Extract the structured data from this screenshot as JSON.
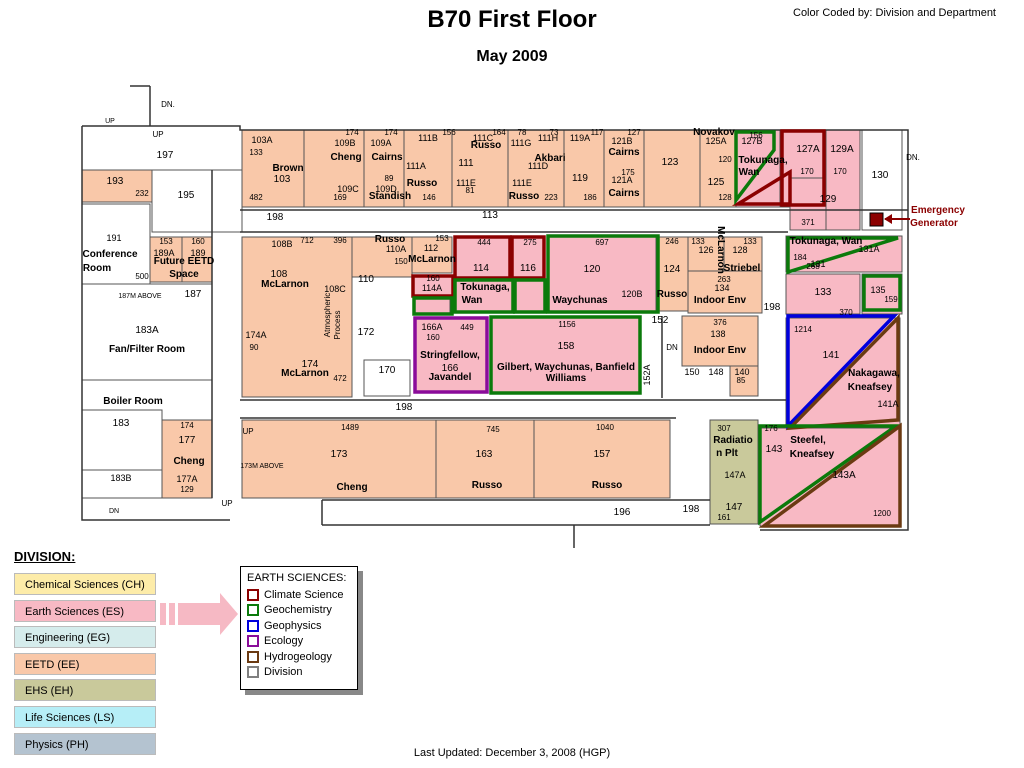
{
  "header": {
    "title": "B70 First Floor",
    "subtitle": "May 2009",
    "color_coded": "Color Coded by:   Division and Department"
  },
  "colors": {
    "ES": "#f8b9c4",
    "EETD": "#f9c8a9",
    "EHS": "#c9c99b",
    "CH": "#fdeca9",
    "EG": "#d5ecec",
    "LS": "#b6eef7",
    "PH": "#b4c3d0",
    "climate": "#8b0000",
    "geochem": "#0b7a0b",
    "geophys": "#0000dd",
    "ecology": "#8a0c9a",
    "hydro": "#6b3a12",
    "division": "#808080"
  },
  "plan_labels": [
    {
      "id": "r103a",
      "text": "103A"
    },
    {
      "id": "r133",
      "text": "133"
    },
    {
      "id": "r103",
      "text": "103"
    },
    {
      "id": "brown",
      "text": "Brown"
    },
    {
      "id": "r482",
      "text": "482"
    },
    {
      "id": "r174a",
      "text": "174"
    },
    {
      "id": "r109b",
      "text": "109B"
    },
    {
      "id": "cheng1",
      "text": "Cheng"
    },
    {
      "id": "r109c",
      "text": "109C"
    },
    {
      "id": "r169",
      "text": "169"
    },
    {
      "id": "r174b",
      "text": "174"
    },
    {
      "id": "r109a",
      "text": "109A"
    },
    {
      "id": "cairns1",
      "text": "Cairns"
    },
    {
      "id": "r89",
      "text": "89"
    },
    {
      "id": "r109d",
      "text": "109D"
    },
    {
      "id": "standish",
      "text": "Standish"
    },
    {
      "id": "r111a",
      "text": "111A"
    },
    {
      "id": "russo1",
      "text": "Russo"
    },
    {
      "id": "r146",
      "text": "146"
    },
    {
      "id": "r156",
      "text": "156"
    },
    {
      "id": "r111b",
      "text": "111B"
    },
    {
      "id": "r111",
      "text": "111"
    },
    {
      "id": "r111e",
      "text": "111E"
    },
    {
      "id": "r81",
      "text": "81"
    },
    {
      "id": "r164",
      "text": "164"
    },
    {
      "id": "r111c",
      "text": "111C"
    },
    {
      "id": "russo2",
      "text": "Russo"
    },
    {
      "id": "r78",
      "text": "78"
    },
    {
      "id": "r111g",
      "text": "111G"
    },
    {
      "id": "r73",
      "text": "73"
    },
    {
      "id": "r111h",
      "text": "111H"
    },
    {
      "id": "akbari",
      "text": "Akbari"
    },
    {
      "id": "r111d",
      "text": "111D"
    },
    {
      "id": "r111e2",
      "text": "111E"
    },
    {
      "id": "russo3",
      "text": "Russo"
    },
    {
      "id": "r223",
      "text": "223"
    },
    {
      "id": "r119a",
      "text": "119A"
    },
    {
      "id": "r117",
      "text": "117"
    },
    {
      "id": "r119",
      "text": "119"
    },
    {
      "id": "r186",
      "text": "186"
    },
    {
      "id": "r127",
      "text": "127"
    },
    {
      "id": "r121b",
      "text": "121B"
    },
    {
      "id": "cairns2",
      "text": "Cairns"
    },
    {
      "id": "r175",
      "text": "175"
    },
    {
      "id": "r121a",
      "text": "121A"
    },
    {
      "id": "cairns3",
      "text": "Cairns"
    },
    {
      "id": "r123",
      "text": "123"
    },
    {
      "id": "novakov",
      "text": "Novakov"
    },
    {
      "id": "r125a",
      "text": "125A"
    },
    {
      "id": "r120",
      "text": "120"
    },
    {
      "id": "r125",
      "text": "125"
    },
    {
      "id": "r128",
      "text": "128"
    },
    {
      "id": "r156b",
      "text": "156"
    },
    {
      "id": "r127b",
      "text": "127B"
    },
    {
      "id": "tokunaga1",
      "text": "Tokunaga,"
    },
    {
      "id": "wan1",
      "text": "Wan"
    },
    {
      "id": "r127a",
      "text": "127A"
    },
    {
      "id": "r170a",
      "text": "170"
    },
    {
      "id": "r170b",
      "text": "170"
    },
    {
      "id": "r129a",
      "text": "129A"
    },
    {
      "id": "r129",
      "text": "129"
    },
    {
      "id": "r371",
      "text": "371"
    },
    {
      "id": "r130",
      "text": "130"
    },
    {
      "id": "r197",
      "text": "197"
    },
    {
      "id": "r193",
      "text": "193"
    },
    {
      "id": "r232",
      "text": "232"
    },
    {
      "id": "r195",
      "text": "195"
    },
    {
      "id": "r198a",
      "text": "198"
    },
    {
      "id": "r113",
      "text": "113"
    },
    {
      "id": "r191",
      "text": "191"
    },
    {
      "id": "confroom",
      "text": "Conference"
    },
    {
      "id": "confroom2",
      "text": "Room"
    },
    {
      "id": "r500",
      "text": "500"
    },
    {
      "id": "r153a",
      "text": "153"
    },
    {
      "id": "r160a",
      "text": "160"
    },
    {
      "id": "r189a",
      "text": "189A"
    },
    {
      "id": "r189",
      "text": "189"
    },
    {
      "id": "futureeetd",
      "text": "Future EETD"
    },
    {
      "id": "space",
      "text": "Space"
    },
    {
      "id": "r187m",
      "text": "187M  ABOVE"
    },
    {
      "id": "r187",
      "text": "187"
    },
    {
      "id": "r183a",
      "text": "183A"
    },
    {
      "id": "fanfilter",
      "text": "Fan/Filter Room"
    },
    {
      "id": "boiler",
      "text": "Boiler Room"
    },
    {
      "id": "r183",
      "text": "183"
    },
    {
      "id": "r174c",
      "text": "174"
    },
    {
      "id": "r177",
      "text": "177"
    },
    {
      "id": "cheng2",
      "text": "Cheng"
    },
    {
      "id": "r177a",
      "text": "177A"
    },
    {
      "id": "r129b",
      "text": "129"
    },
    {
      "id": "r183b",
      "text": "183B"
    },
    {
      "id": "r712",
      "text": "712"
    },
    {
      "id": "r108b",
      "text": "108B"
    },
    {
      "id": "r396",
      "text": "396"
    },
    {
      "id": "r108c",
      "text": "108C"
    },
    {
      "id": "r108",
      "text": "108"
    },
    {
      "id": "mclarnon1",
      "text": "McLarnon"
    },
    {
      "id": "atmos1",
      "text": "Atmospheric"
    },
    {
      "id": "atmos2",
      "text": "Process"
    },
    {
      "id": "r174a2",
      "text": "174A"
    },
    {
      "id": "r90",
      "text": "90"
    },
    {
      "id": "r174d",
      "text": "174"
    },
    {
      "id": "mclarnon2",
      "text": "McLarnon"
    },
    {
      "id": "r472",
      "text": "472"
    },
    {
      "id": "r110",
      "text": "110"
    },
    {
      "id": "r172",
      "text": "172"
    },
    {
      "id": "r170c",
      "text": "170"
    },
    {
      "id": "russo4",
      "text": "Russo"
    },
    {
      "id": "r110a",
      "text": "110A"
    },
    {
      "id": "r150",
      "text": "150"
    },
    {
      "id": "r153b",
      "text": "153"
    },
    {
      "id": "r112",
      "text": "112"
    },
    {
      "id": "mclarnon3",
      "text": "McLarnon"
    },
    {
      "id": "r160b",
      "text": "160"
    },
    {
      "id": "r114a",
      "text": "114A"
    },
    {
      "id": "r444",
      "text": "444"
    },
    {
      "id": "r114",
      "text": "114"
    },
    {
      "id": "r275",
      "text": "275"
    },
    {
      "id": "r116",
      "text": "116"
    },
    {
      "id": "tokunaga2",
      "text": "Tokunaga,"
    },
    {
      "id": "wan2",
      "text": "Wan"
    },
    {
      "id": "r697",
      "text": "697"
    },
    {
      "id": "r120b",
      "text": "120"
    },
    {
      "id": "r120bb",
      "text": "120B"
    },
    {
      "id": "waychunas",
      "text": "Waychunas"
    },
    {
      "id": "r246",
      "text": "246"
    },
    {
      "id": "r124",
      "text": "124"
    },
    {
      "id": "russo5",
      "text": "Russo"
    },
    {
      "id": "r133b",
      "text": "133"
    },
    {
      "id": "r126",
      "text": "126"
    },
    {
      "id": "mclarnon4",
      "text": "McLarnon"
    },
    {
      "id": "r133c",
      "text": "133"
    },
    {
      "id": "r128b",
      "text": "128"
    },
    {
      "id": "striebel",
      "text": "Striebel"
    },
    {
      "id": "r263",
      "text": "263"
    },
    {
      "id": "r134",
      "text": "134"
    },
    {
      "id": "indoorenv1",
      "text": "Indoor Env"
    },
    {
      "id": "r376",
      "text": "376"
    },
    {
      "id": "r138",
      "text": "138"
    },
    {
      "id": "indoorenv2",
      "text": "Indoor Env"
    },
    {
      "id": "r150b",
      "text": "150"
    },
    {
      "id": "r148",
      "text": "148"
    },
    {
      "id": "r140",
      "text": "140"
    },
    {
      "id": "r85",
      "text": "85"
    },
    {
      "id": "r166a",
      "text": "166A"
    },
    {
      "id": "r449",
      "text": "449"
    },
    {
      "id": "r160c",
      "text": "160"
    },
    {
      "id": "stringfellow",
      "text": "Stringfellow,"
    },
    {
      "id": "r166",
      "text": "166"
    },
    {
      "id": "javandel",
      "text": "Javandel"
    },
    {
      "id": "r1156",
      "text": "1156"
    },
    {
      "id": "r158",
      "text": "158"
    },
    {
      "id": "gilbert",
      "text": "Gilbert, Waychunas, Banfield"
    },
    {
      "id": "williams",
      "text": "Williams"
    },
    {
      "id": "r152",
      "text": "152"
    },
    {
      "id": "r152a",
      "text": "152A"
    },
    {
      "id": "r198b",
      "text": "198"
    },
    {
      "id": "r198c",
      "text": "198"
    },
    {
      "id": "r1489",
      "text": "1489"
    },
    {
      "id": "r173",
      "text": "173"
    },
    {
      "id": "cheng3",
      "text": "Cheng"
    },
    {
      "id": "r173m",
      "text": "173M  ABOVE"
    },
    {
      "id": "r745",
      "text": "745"
    },
    {
      "id": "r163",
      "text": "163"
    },
    {
      "id": "russo6",
      "text": "Russo"
    },
    {
      "id": "r1040",
      "text": "1040"
    },
    {
      "id": "r157",
      "text": "157"
    },
    {
      "id": "russo7",
      "text": "Russo"
    },
    {
      "id": "r196",
      "text": "196"
    },
    {
      "id": "r198d",
      "text": "198"
    },
    {
      "id": "r307",
      "text": "307"
    },
    {
      "id": "radiation1",
      "text": "Radiatio"
    },
    {
      "id": "radiation2",
      "text": "n Plt"
    },
    {
      "id": "r147a",
      "text": "147A"
    },
    {
      "id": "r147",
      "text": "147"
    },
    {
      "id": "r161",
      "text": "161"
    },
    {
      "id": "tokunagawan",
      "text": "Tokunaga, Wan"
    },
    {
      "id": "r184",
      "text": "184"
    },
    {
      "id": "r131",
      "text": "131"
    },
    {
      "id": "r131a",
      "text": "131A"
    },
    {
      "id": "r268",
      "text": "268"
    },
    {
      "id": "r133d",
      "text": "133"
    },
    {
      "id": "r370",
      "text": "370"
    },
    {
      "id": "r135",
      "text": "135"
    },
    {
      "id": "r159",
      "text": "159"
    },
    {
      "id": "r1214",
      "text": "1214"
    },
    {
      "id": "r141",
      "text": "141"
    },
    {
      "id": "nakagawa",
      "text": "Nakagawa,"
    },
    {
      "id": "kneafsey1",
      "text": "Kneafsey"
    },
    {
      "id": "r141a",
      "text": "141A"
    },
    {
      "id": "r176",
      "text": "176"
    },
    {
      "id": "r143",
      "text": "143"
    },
    {
      "id": "steefel",
      "text": "Steefel,"
    },
    {
      "id": "kneafsey2",
      "text": "Kneafsey"
    },
    {
      "id": "r143a",
      "text": "143A"
    },
    {
      "id": "r1200",
      "text": "1200"
    },
    {
      "id": "emergency1",
      "text": "Emergency"
    },
    {
      "id": "emergency2",
      "text": "Generator"
    },
    {
      "id": "dn1",
      "text": "DN."
    },
    {
      "id": "up1",
      "text": "UP"
    },
    {
      "id": "dn2",
      "text": "DN."
    },
    {
      "id": "up2",
      "text": "UP"
    },
    {
      "id": "up3",
      "text": "UP"
    },
    {
      "id": "dn3",
      "text": "DN"
    },
    {
      "id": "dn4",
      "text": "DN"
    },
    {
      "id": "up4",
      "text": "UP"
    }
  ],
  "division_legend": {
    "heading": "DIVISION:",
    "items": [
      {
        "label": "Chemical Sciences (CH)",
        "color": "#fdeca9"
      },
      {
        "label": "Earth Sciences (ES)",
        "color": "#f8b9c4"
      },
      {
        "label": "Engineering (EG)",
        "color": "#d5ecec"
      },
      {
        "label": "EETD (EE)",
        "color": "#f9c8a9"
      },
      {
        "label": "EHS (EH)",
        "color": "#c9c99b"
      },
      {
        "label": "Life Sciences (LS)",
        "color": "#b6eef7"
      },
      {
        "label": "Physics  (PH)",
        "color": "#b4c3d0"
      }
    ]
  },
  "earth_sciences_legend": {
    "heading": "EARTH SCIENCES:",
    "items": [
      {
        "label": "Climate Science",
        "color": "#8b0000"
      },
      {
        "label": "Geochemistry",
        "color": "#0b7a0b"
      },
      {
        "label": "Geophysics",
        "color": "#0000dd"
      },
      {
        "label": "Ecology",
        "color": "#8a0c9a"
      },
      {
        "label": "Hydrogeology",
        "color": "#6b3a12"
      },
      {
        "label": "Division",
        "color": "#808080"
      }
    ]
  },
  "footer": {
    "last_updated": "Last Updated:  December 3, 2008 (HGP)"
  }
}
